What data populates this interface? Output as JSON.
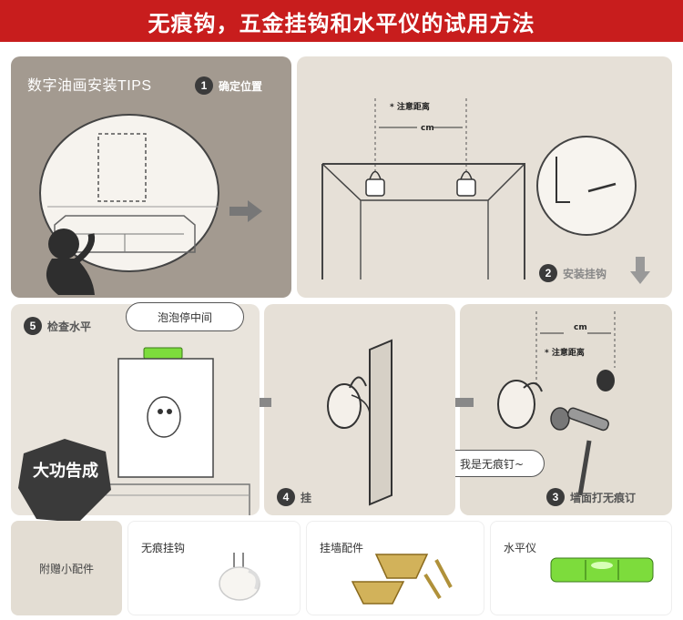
{
  "header": {
    "title": "无痕钩，五金挂钩和水平仪的试用方法"
  },
  "tips": {
    "title": "数字油画安装TIPS"
  },
  "steps": [
    {
      "num": "1",
      "label": "确定位置"
    },
    {
      "num": "2",
      "label": "安装挂钩"
    },
    {
      "num": "3",
      "label": "墙面打无痕订"
    },
    {
      "num": "4",
      "label": "挂"
    },
    {
      "num": "5",
      "label": "检查水平"
    }
  ],
  "notes": {
    "distance_top": "* 注意距离",
    "cm_top": "cm",
    "distance_step3": "* 注意距离",
    "cm_step3": "cm"
  },
  "bubbles": {
    "nail": "我是无痕钉~",
    "level": "泡泡停中间"
  },
  "stamp": {
    "text": "大功告成"
  },
  "accessories": {
    "label": "附赠小配件",
    "items": [
      {
        "label": "无痕挂钩"
      },
      {
        "label": "挂墙配件"
      },
      {
        "label": "水平仪"
      }
    ]
  },
  "colors": {
    "header": "#c81d1d",
    "level_green": "#7ddc3c"
  }
}
